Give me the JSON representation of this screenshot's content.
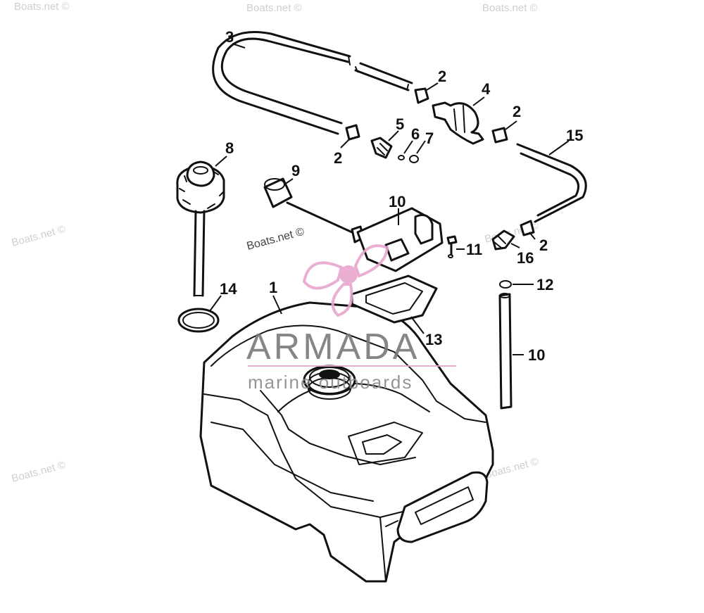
{
  "watermarks": {
    "site": "Boats.net ©"
  },
  "logo": {
    "brand": "ARMADA",
    "tagline": "marine outboards",
    "accent_color": "#e8a6cf"
  },
  "callouts": [
    {
      "id": "c3",
      "label": "3"
    },
    {
      "id": "c2a",
      "label": "2"
    },
    {
      "id": "c4",
      "label": "4"
    },
    {
      "id": "c2b",
      "label": "2"
    },
    {
      "id": "c15",
      "label": "15"
    },
    {
      "id": "c5",
      "label": "5"
    },
    {
      "id": "c6",
      "label": "6"
    },
    {
      "id": "c7",
      "label": "7"
    },
    {
      "id": "c2c",
      "label": "2"
    },
    {
      "id": "c8",
      "label": "8"
    },
    {
      "id": "c9",
      "label": "9"
    },
    {
      "id": "c10a",
      "label": "10"
    },
    {
      "id": "c11",
      "label": "11"
    },
    {
      "id": "c16",
      "label": "16"
    },
    {
      "id": "c2d",
      "label": "2"
    },
    {
      "id": "c12",
      "label": "12"
    },
    {
      "id": "c14",
      "label": "14"
    },
    {
      "id": "c1",
      "label": "1"
    },
    {
      "id": "c13",
      "label": "13"
    },
    {
      "id": "c10b",
      "label": "10"
    }
  ]
}
